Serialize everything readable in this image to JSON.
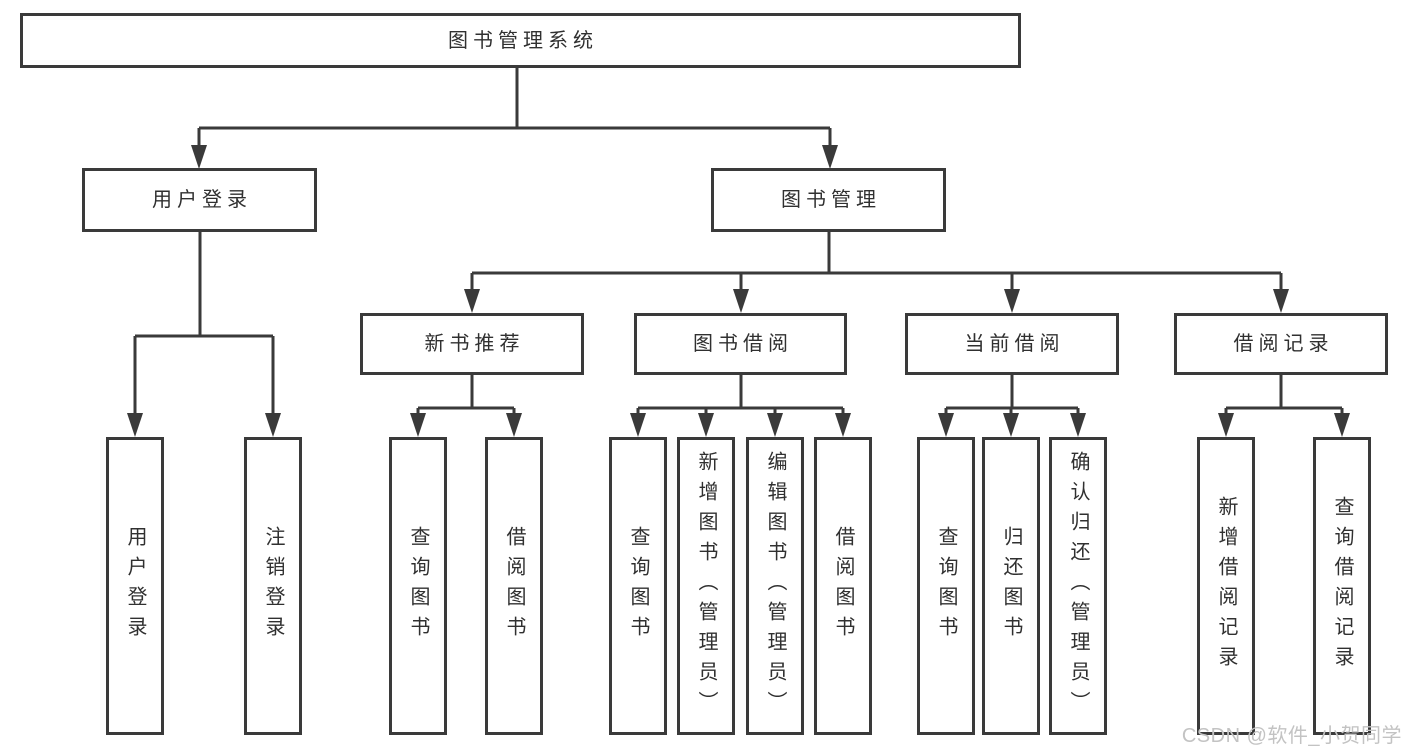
{
  "nodes": {
    "root": "图书管理系统",
    "user_login": "用户登录",
    "book_management": "图书管理",
    "new_book_recommend": "新书推荐",
    "book_borrowing": "图书借阅",
    "current_borrowing": "当前借阅",
    "borrowing_records": "借阅记录",
    "leaf_user_login": "用户登录",
    "leaf_logout": "注销登录",
    "leaf_recommend_query_books": "查询图书",
    "leaf_recommend_borrow_books": "借阅图书",
    "leaf_borrow_query_books": "查询图书",
    "leaf_borrow_add_books_admin": "新增图书（管理员）",
    "leaf_borrow_edit_books_admin": "编辑图书（管理员）",
    "leaf_borrow_borrow_books": "借阅图书",
    "leaf_current_query_books": "查询图书",
    "leaf_current_return_books": "归还图书",
    "leaf_current_confirm_return_admin": "确认归还（管理员）",
    "leaf_records_add_record": "新增借阅记录",
    "leaf_records_query_record": "查询借阅记录"
  },
  "watermark": "CSDN @软件_小贺同学",
  "colors": {
    "line": "#3a3a3a",
    "text": "#303030",
    "box_background": "#ffffff",
    "watermark": "#c3c3c3"
  }
}
